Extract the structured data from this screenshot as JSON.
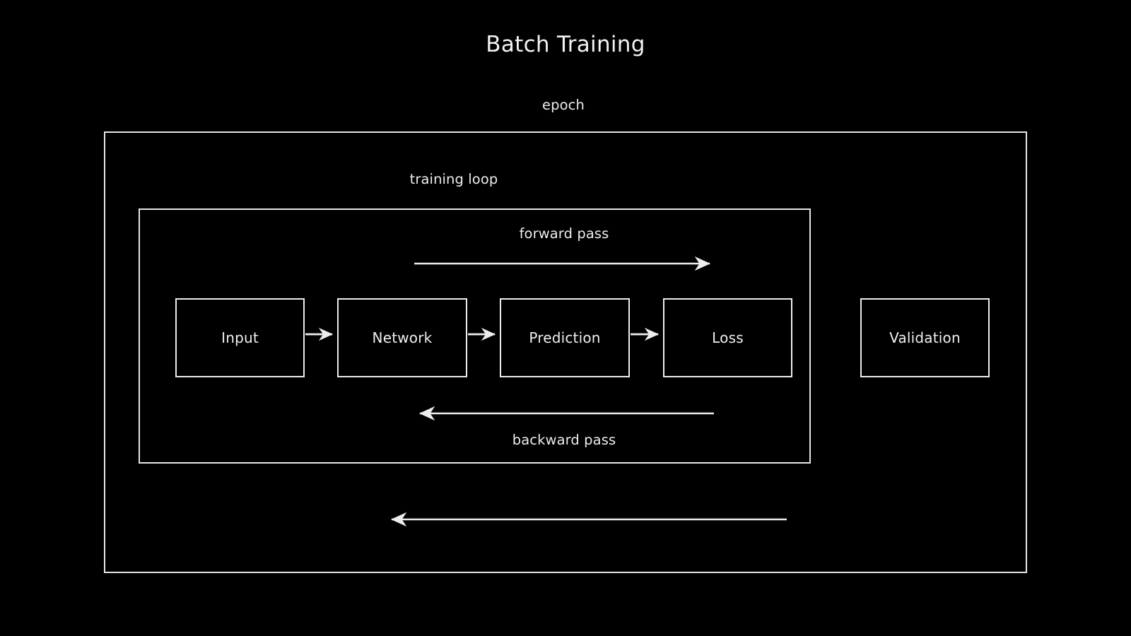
{
  "page": {
    "title": "Batch Training",
    "background_color": "#000000",
    "stroke_color": "#e9e9e9",
    "text_color": "#f0f0f0"
  },
  "diagram": {
    "type": "flow-diagram",
    "outer_region": {
      "label": "epoch",
      "name": "epoch-region"
    },
    "inner_region": {
      "label": "training loop",
      "name": "training-loop-region"
    },
    "nodes": [
      {
        "id": "input",
        "label": "Input"
      },
      {
        "id": "network",
        "label": "Network"
      },
      {
        "id": "prediction",
        "label": "Prediction"
      },
      {
        "id": "loss",
        "label": "Loss"
      },
      {
        "id": "validation",
        "label": "Validation"
      }
    ],
    "flow_arrows": [
      {
        "id": "forward-pass",
        "label": "forward pass",
        "direction": "right",
        "from": "input",
        "to": "loss"
      },
      {
        "id": "backward-pass",
        "label": "backward pass",
        "direction": "left",
        "from": "loss",
        "to": "input"
      },
      {
        "id": "epoch-loop",
        "label": "",
        "direction": "left",
        "from": "validation",
        "to": "training-loop"
      }
    ],
    "connectors": [
      {
        "id": "input-to-network",
        "direction": "right"
      },
      {
        "id": "network-to-prediction",
        "direction": "right"
      },
      {
        "id": "prediction-to-loss",
        "direction": "right"
      }
    ]
  }
}
